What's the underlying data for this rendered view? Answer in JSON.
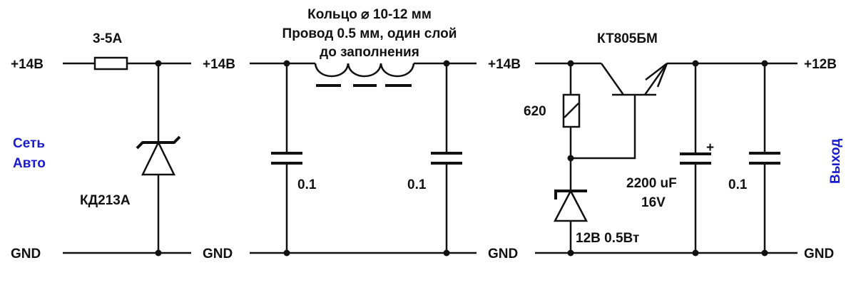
{
  "labels": {
    "in_left": "+14В",
    "gnd_left": "GND",
    "in_mid": "+14В",
    "gnd_mid": "GND",
    "in_right": "+14В",
    "gnd_right": "GND",
    "out": "+12В",
    "gnd_out": "GND",
    "net_line1": "Сеть",
    "net_line2": "Авто",
    "output": "Выход",
    "fuse": "3-5А",
    "diode": "КД213А",
    "inductor_line1": "Кольцо ⌀ 10-12 мм",
    "inductor_line2": "Провод 0.5 мм, один слой",
    "inductor_line3": "до заполнения",
    "cap1": "0.1",
    "cap2": "0.1",
    "cap4": "0.1",
    "transistor": "КТ805БМ",
    "resistor": "620",
    "zener": "12В 0.5Вт",
    "cap3_value": "2200 uF",
    "cap3_voltage": "16V",
    "cap3_polarity": "+"
  },
  "colors": {
    "wire": "#111111",
    "note": "#1a1ad0"
  }
}
